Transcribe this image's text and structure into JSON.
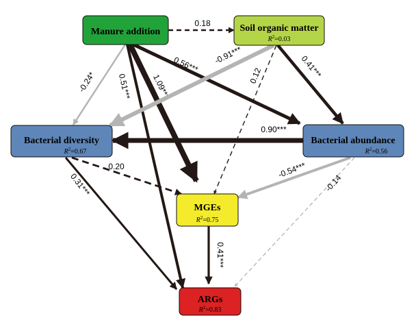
{
  "nodes": {
    "manure": {
      "title": "Manure addition",
      "r2": "",
      "fill": "#22a33a"
    },
    "som": {
      "title": "Soil organic matter",
      "r2": "0.03",
      "fill": "#b5d548"
    },
    "diversity": {
      "title": "Bacterial diversity",
      "r2": "0.67",
      "fill": "#5f86b8"
    },
    "abundance": {
      "title": "Bacterial abundance",
      "r2": "0.56",
      "fill": "#5f86b8"
    },
    "mges": {
      "title": "MGEs",
      "r2": "0.75",
      "fill": "#f4ec2b"
    },
    "args": {
      "title": "ARGs",
      "r2": "0.83",
      "fill": "#dc2222"
    }
  },
  "r2_prefix": "R² = ",
  "edges": [
    {
      "id": "manure-som",
      "from": "manure",
      "to": "som",
      "coef": "0.18",
      "sign": "positive",
      "significant": false
    },
    {
      "id": "manure-diversity",
      "from": "manure",
      "to": "diversity",
      "coef": "-0.24*",
      "sign": "negative",
      "significant": true
    },
    {
      "id": "manure-args",
      "from": "manure",
      "to": "args",
      "coef": "0.51***",
      "sign": "positive",
      "significant": true
    },
    {
      "id": "manure-mges",
      "from": "manure",
      "to": "mges",
      "coef": "1.09***",
      "sign": "positive",
      "significant": true
    },
    {
      "id": "manure-abundance",
      "from": "manure",
      "to": "abundance",
      "coef": "0.56***",
      "sign": "positive",
      "significant": true
    },
    {
      "id": "som-diversity",
      "from": "som",
      "to": "diversity",
      "coef": "-0.91***",
      "sign": "negative",
      "significant": true
    },
    {
      "id": "som-mges",
      "from": "som",
      "to": "mges",
      "coef": "0.12",
      "sign": "positive",
      "significant": false
    },
    {
      "id": "som-abundance",
      "from": "som",
      "to": "abundance",
      "coef": "0.41***",
      "sign": "positive",
      "significant": true
    },
    {
      "id": "abundance-diversity",
      "from": "abundance",
      "to": "diversity",
      "coef": "0.90***",
      "sign": "positive",
      "significant": true
    },
    {
      "id": "diversity-mges",
      "from": "diversity",
      "to": "mges",
      "coef": "0.20",
      "sign": "positive",
      "significant": false
    },
    {
      "id": "diversity-args",
      "from": "diversity",
      "to": "args",
      "coef": "0.31***",
      "sign": "positive",
      "significant": true
    },
    {
      "id": "abundance-mges",
      "from": "abundance",
      "to": "mges",
      "coef": "-0.54***",
      "sign": "negative",
      "significant": true
    },
    {
      "id": "abundance-args",
      "from": "abundance",
      "to": "args",
      "coef": "-0.14",
      "sign": "negative",
      "significant": false
    },
    {
      "id": "mges-args",
      "from": "mges",
      "to": "args",
      "coef": "0.41***",
      "sign": "positive",
      "significant": true
    }
  ],
  "colors": {
    "positive": "#231815",
    "negative": "#b4b4b4"
  }
}
